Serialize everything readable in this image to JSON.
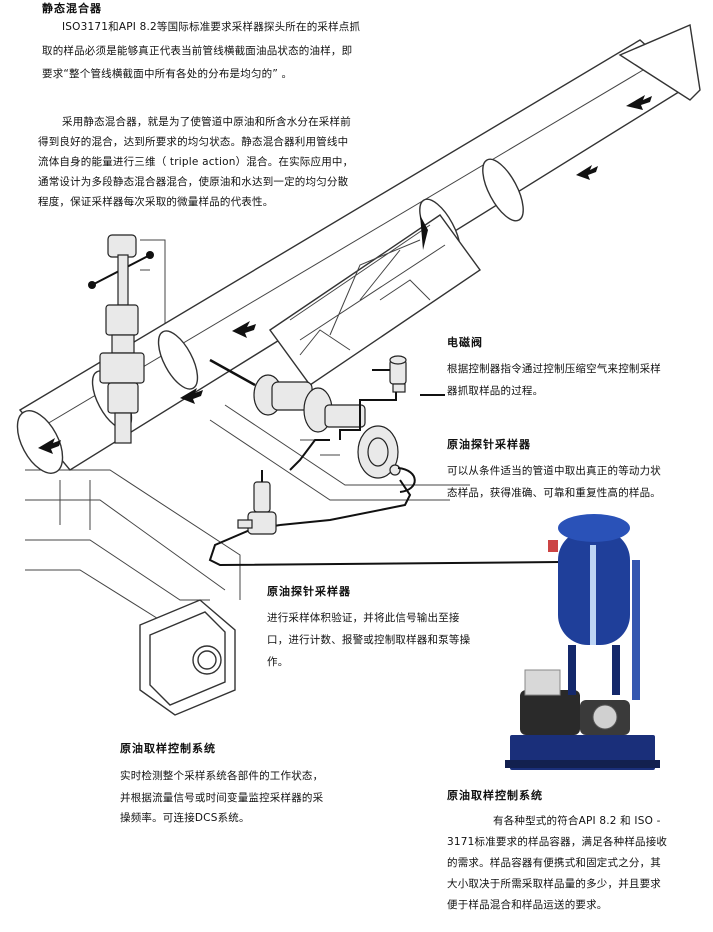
{
  "intro": {
    "title": "静态混合器",
    "para1": [
      "ISO3171和API 8.2等国际标准要求采样器探头所在的采样点抓",
      "取的样品必须是能够真正代表当前管线横截面油品状态的油样，即",
      "要求“整个管线横截面中所有各处的分布是均匀的” 。"
    ],
    "para2": [
      "采用静态混合器，就是为了使管道中原油和所含水分在采样前",
      "得到良好的混合，达到所要求的均匀状态。静态混合器利用管线中",
      "流体自身的能量进行三维（ triple action）混合。在实际应用中，",
      "通常设计为多段静态混合器混合，使原油和水达到一定的均匀分散",
      "程度，保证采样器每次采取的微量样品的代表性。"
    ]
  },
  "solenoid": {
    "title": "电磁阀",
    "text": [
      "根据控制器指令通过控制压缩空气来控制采样",
      "器抓取样品的过程。"
    ]
  },
  "probe_sampler": {
    "title": "原油探针采样器",
    "text": [
      "可以从条件适当的管道中取出真正的等动力状",
      "态样品，获得准确、可靠和重复性高的样品。"
    ]
  },
  "probe_sampler2": {
    "title": "原油探针采样器",
    "text": [
      "进行采样体积验证，并将此信号输出至接",
      "口，进行计数、报警或控制取样器和泵等操",
      "作。"
    ]
  },
  "control_left": {
    "title": "原油取样控制系统",
    "text": [
      "实时检测整个采样系统各部件的工作状态，",
      "并根据流量信号或时间变量监控采样器的采",
      "操频率。可连接DCS系统。"
    ]
  },
  "control_right": {
    "title": "原油取样控制系统",
    "text": [
      "有各种型式的符合API 8.2 和 ISO -",
      "3171标准要求的样品容器，满足各种样品接收",
      "的需求。样品容器有便携式和固定式之分，其",
      "大小取决于所需采取样品量的多少，并且要求",
      "便于样品混合和样品运送的要求。"
    ]
  },
  "colors": {
    "vessel_blue": "#1f3f9a",
    "vessel_dark": "#14286b",
    "pump_dark": "#222222"
  }
}
